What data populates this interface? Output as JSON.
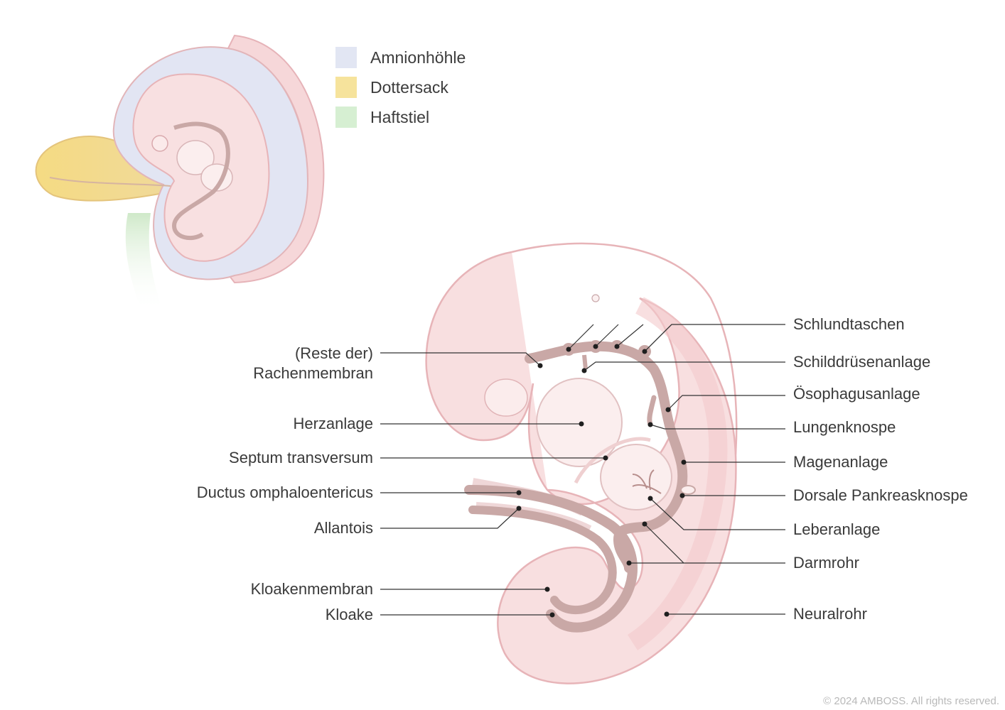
{
  "colors": {
    "amnion": "#e2e6f3",
    "yolk": "#f6e39c",
    "stalk": "#d6efd2",
    "embryo": "#f8dfe0",
    "embryo_outline": "#e9b8bc",
    "gut": "#c9a8a6",
    "gut_dark": "#9c7f7d",
    "line": "#333333"
  },
  "legend": [
    {
      "label": "Amnionhöhle",
      "color": "#e2e6f3"
    },
    {
      "label": "Dottersack",
      "color": "#f6e39c"
    },
    {
      "label": "Haftstiel",
      "color": "#d6efd2"
    }
  ],
  "labels_left": [
    {
      "text": "(Reste der)\nRachenmembran"
    },
    {
      "text": "Herzanlage"
    },
    {
      "text": "Septum transversum"
    },
    {
      "text": "Ductus omphaloentericus"
    },
    {
      "text": "Allantois"
    },
    {
      "text": "Kloakenmembran"
    },
    {
      "text": "Kloake"
    }
  ],
  "labels_right": [
    {
      "text": "Schlundtaschen"
    },
    {
      "text": "Schilddrüsenanlage"
    },
    {
      "text": "Ösophagusanlage"
    },
    {
      "text": "Lungenknospe"
    },
    {
      "text": "Magenanlage"
    },
    {
      "text": "Dorsale Pankreasknospe"
    },
    {
      "text": "Leberanlage"
    },
    {
      "text": "Darmrohr"
    },
    {
      "text": "Neuralrohr"
    }
  ],
  "copyright": "© 2024 AMBOSS. All rights reserved."
}
